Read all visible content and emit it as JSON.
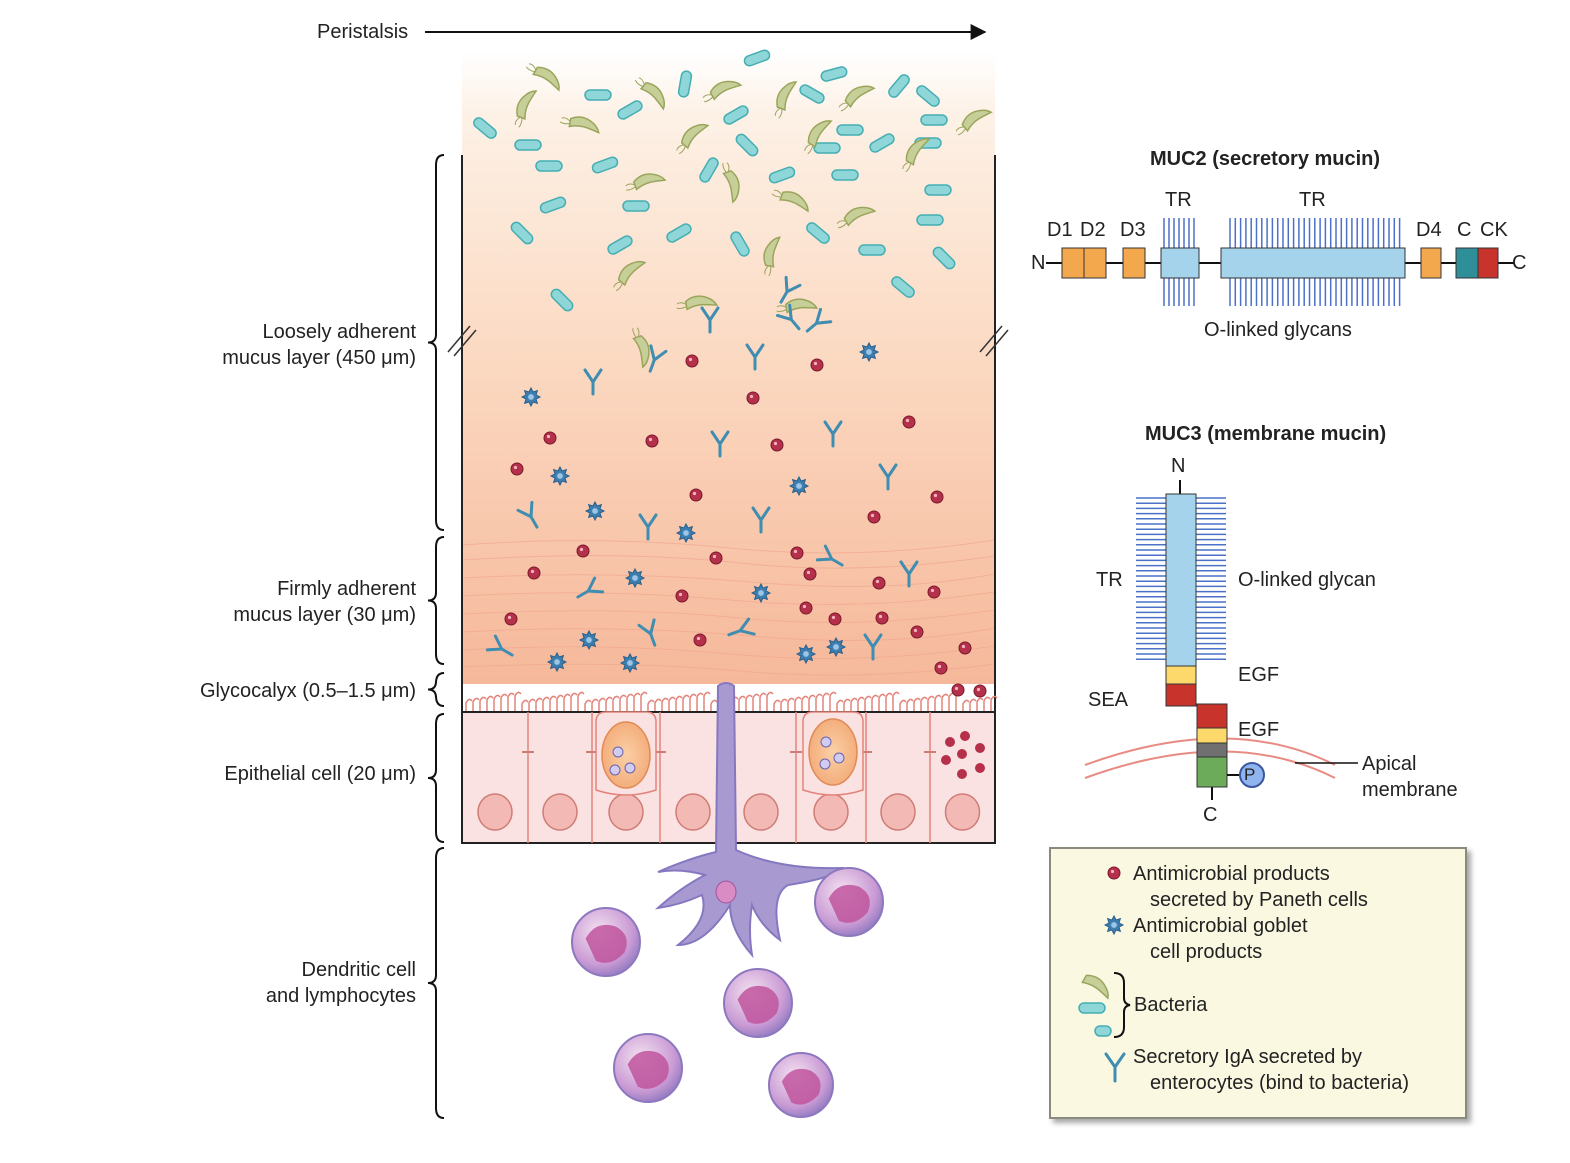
{
  "header": {
    "peristalsis": "Peristalsis"
  },
  "layers": {
    "loose_1": "Loosely adherent",
    "loose_2": "mucus layer (450 μm)",
    "firm_1": "Firmly adherent",
    "firm_2": "mucus layer (30 μm)",
    "glycocalyx": "Glycocalyx (0.5–1.5 μm)",
    "epithelial": "Epithelial cell (20 μm)",
    "dendritic_1": "Dendritic cell",
    "dendritic_2": "and lymphocytes"
  },
  "muc2": {
    "title": "MUC2 (secretory mucin)",
    "tr_left": "TR",
    "tr_right": "TR",
    "d1": "D1",
    "d2": "D2",
    "d3": "D3",
    "d4": "D4",
    "c": "C",
    "ck": "CK",
    "n_term": "N",
    "c_term": "C",
    "glycans": "O-linked glycans"
  },
  "muc3": {
    "title": "MUC3 (membrane mucin)",
    "n_term": "N",
    "tr": "TR",
    "glycan": "O-linked glycan",
    "egf_top": "EGF",
    "sea": "SEA",
    "egf_bottom": "EGF",
    "p": "P",
    "apical_1": "Apical",
    "apical_2": "membrane",
    "c_term": "C"
  },
  "legend": {
    "paneth_1": "Antimicrobial products",
    "paneth_2": "secreted by Paneth cells",
    "goblet_1": "Antimicrobial goblet",
    "goblet_2": "cell products",
    "bacteria": "Bacteria",
    "iga_1": "Secretory IgA secreted by",
    "iga_2": "enterocytes (bind to bacteria)"
  },
  "colors": {
    "paneth_dot": "#b5304a",
    "goblet_star": "#3d7fb0",
    "bacteria_rod": "#8fd6d8",
    "bacteria_curved": "#c7cf98",
    "iga": "#3f8db0",
    "mucus_top": "#fdf2e8",
    "mucus_bottom": "#f7c5a4",
    "epithelium": "#fbe2e2",
    "nucleus": "#f3b9b4",
    "dendritic": "#a89ad0",
    "lymphocyte": "#c27fb8",
    "muc_blue": "#a6d3ec",
    "muc_orange": "#f4a84e",
    "muc_teal": "#2f8f99",
    "muc_red": "#c8342c",
    "muc_yellow": "#fcd96a",
    "muc_green": "#6bab5a",
    "legend_bg": "#fbf8e2"
  }
}
